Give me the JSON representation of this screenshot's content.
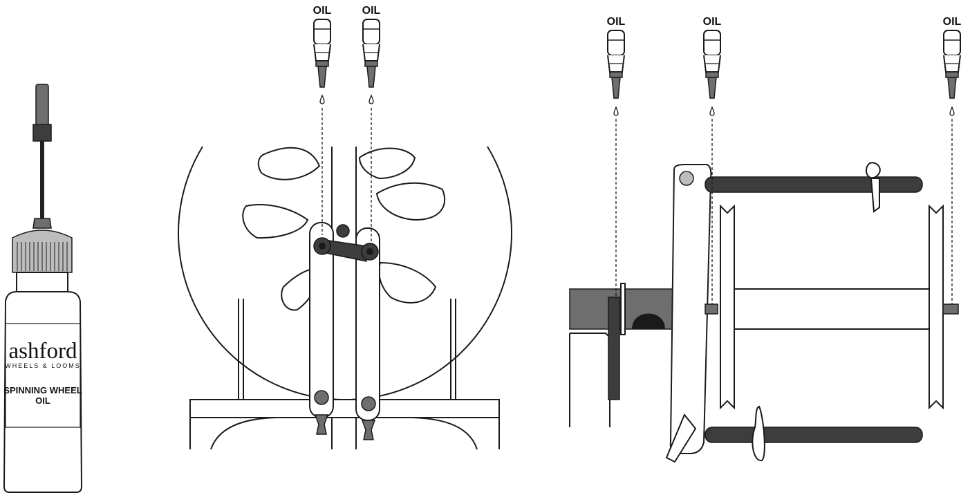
{
  "oil_label": "OIL",
  "bottle": {
    "brand": "ashford",
    "tagline": "WHEELS & LOOMS",
    "product_line1": "SPINNING WHEEL",
    "product_line2": "OIL"
  },
  "colors": {
    "line": "#1a1a1a",
    "dark_part": "#3d3d3d",
    "medium_part": "#6e6e6e",
    "light_part": "#bdbdbd",
    "background": "#ffffff"
  }
}
